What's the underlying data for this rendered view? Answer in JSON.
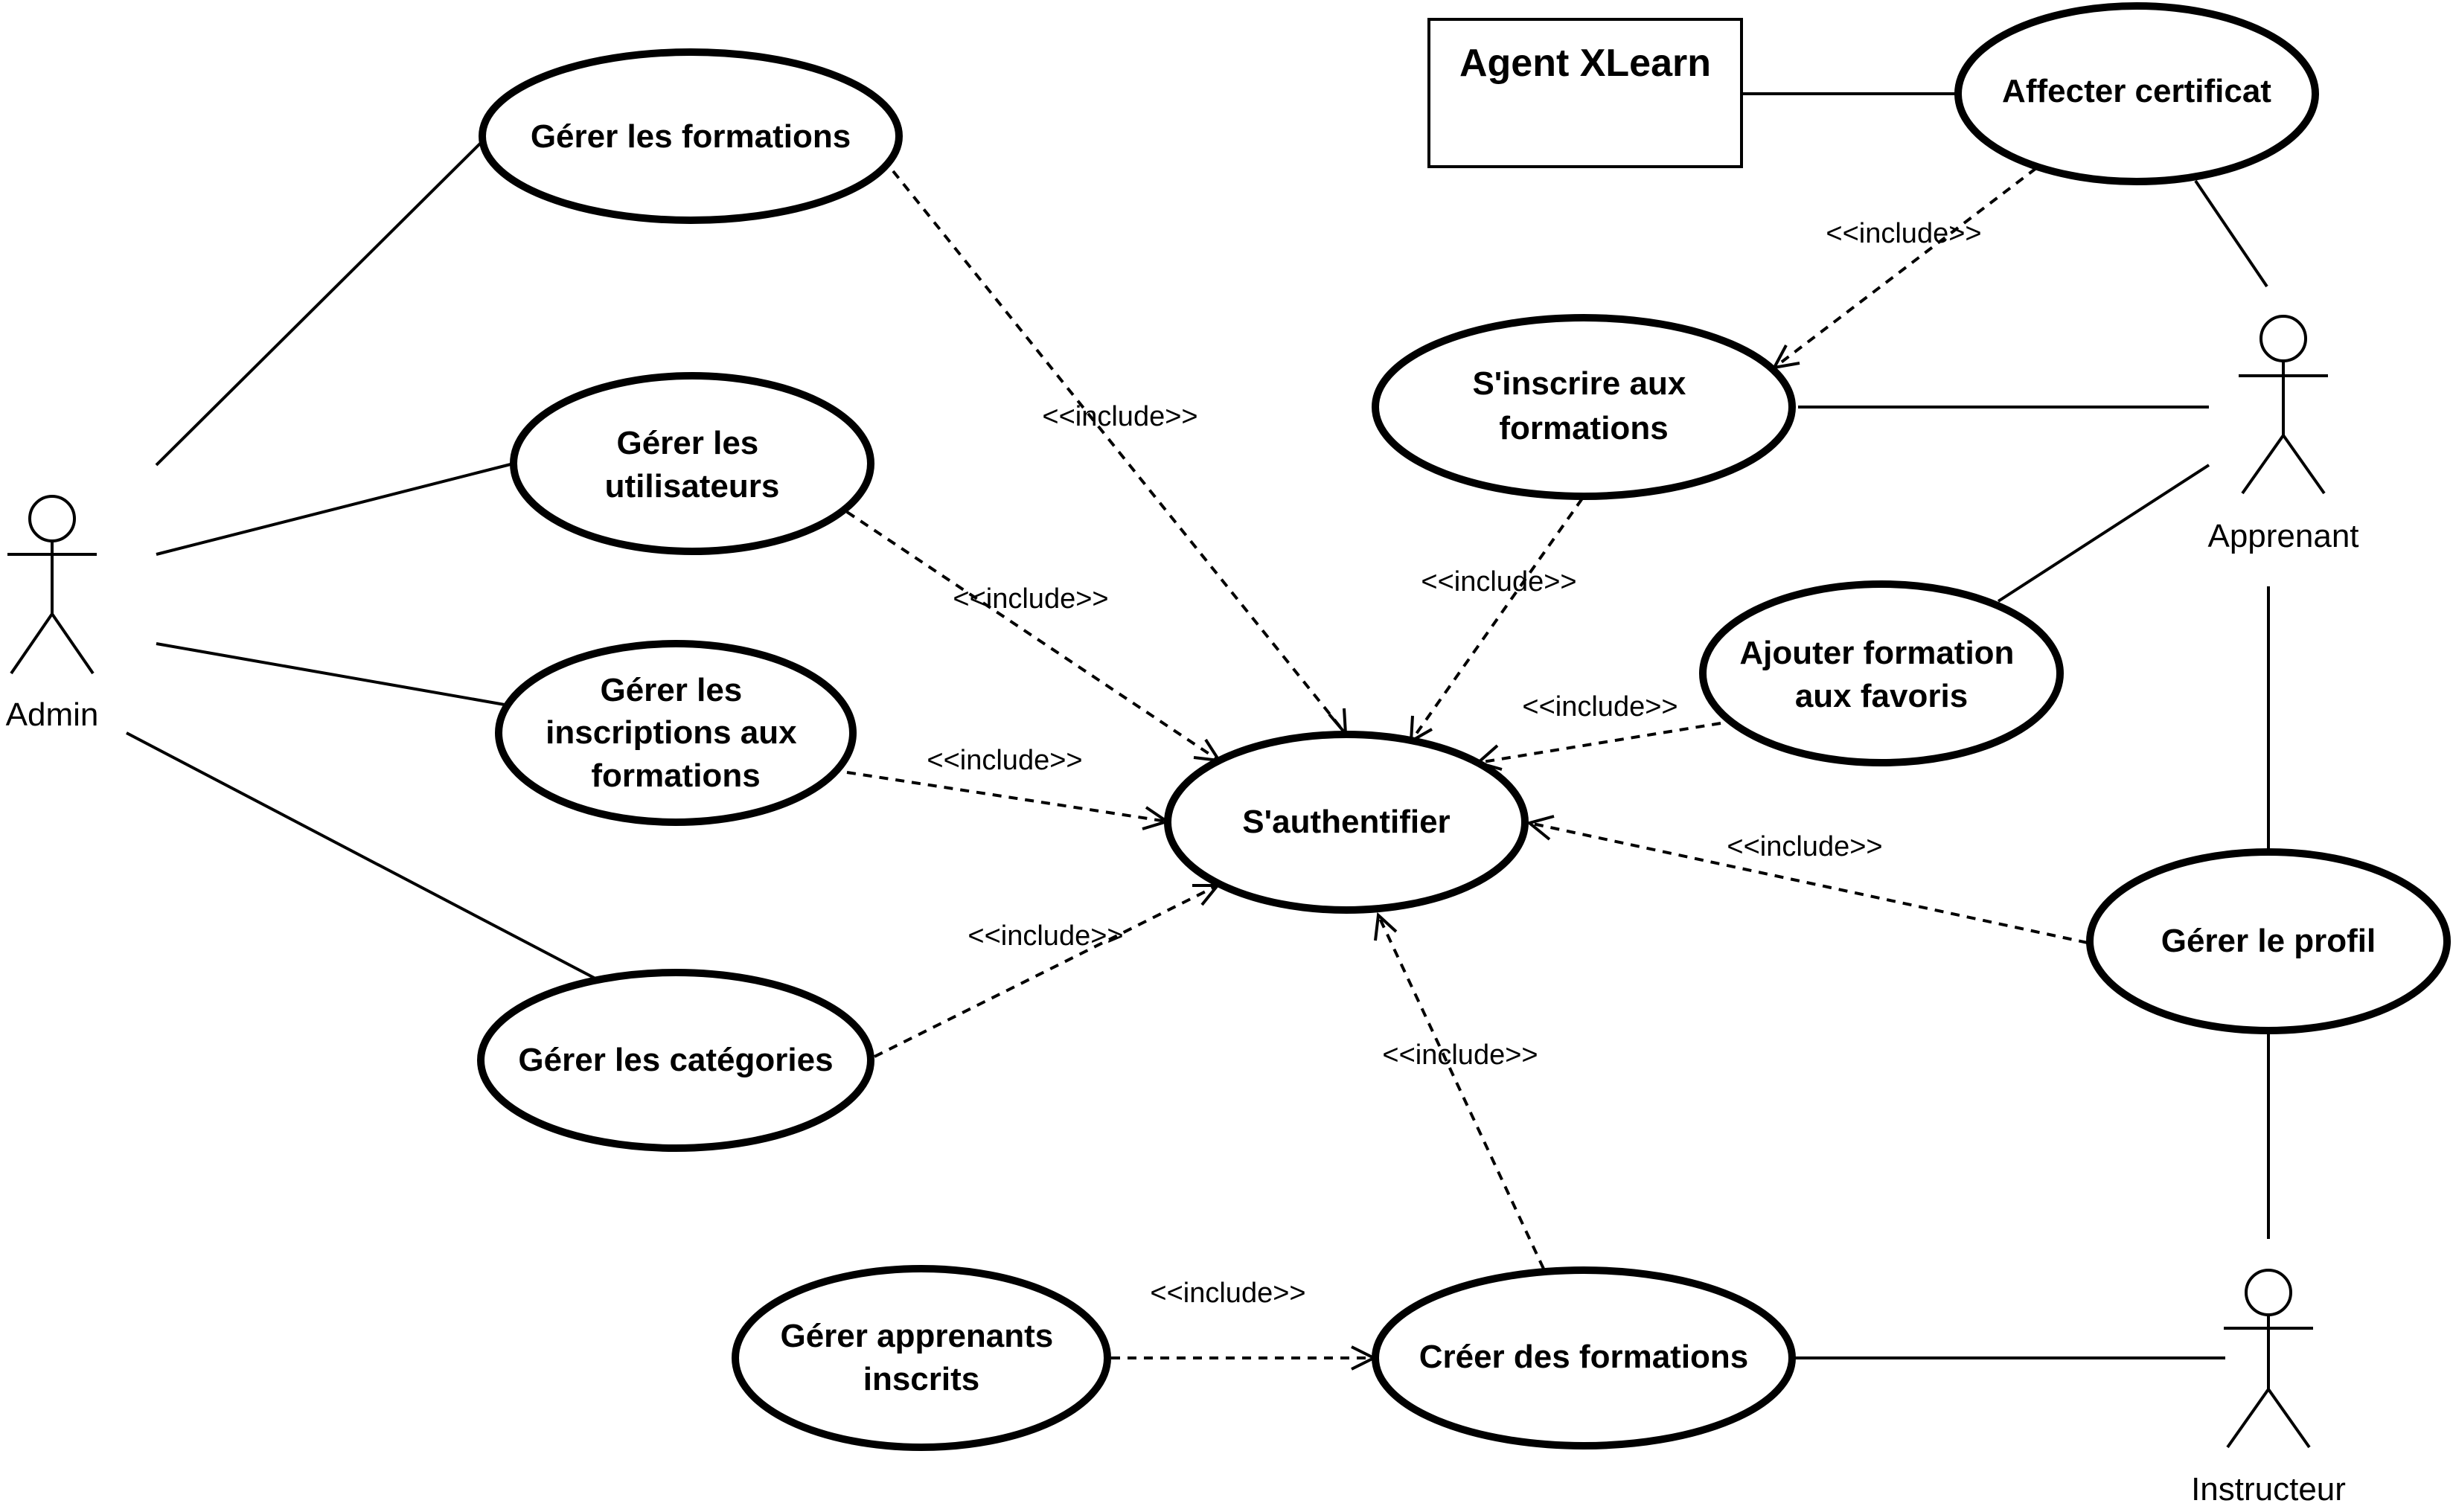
{
  "actors": {
    "admin": "Admin",
    "apprenant": "Apprenant",
    "instructeur": "Instructeur"
  },
  "system_box": {
    "agent": "Agent XLearn"
  },
  "use_cases": {
    "gerer_formations": [
      "Gérer les formations"
    ],
    "gerer_utilisateurs": [
      "Gérer les",
      "utilisateurs"
    ],
    "gerer_inscriptions": [
      "Gérer les",
      "inscriptions aux",
      "formations"
    ],
    "gerer_categories": [
      "Gérer les catégories"
    ],
    "authentifier": [
      "S'authentifier"
    ],
    "inscrire": [
      "S'inscrire aux",
      "formations"
    ],
    "favoris": [
      "Ajouter formation",
      "aux favoris"
    ],
    "affecter_certificat": [
      "Affecter certificat"
    ],
    "gerer_profil": [
      "Gérer le profil"
    ],
    "creer_formations": [
      "Créer des formations"
    ],
    "gerer_apprenants": [
      "Gérer apprenants",
      "inscrits"
    ]
  },
  "include_label": "<<include>>"
}
